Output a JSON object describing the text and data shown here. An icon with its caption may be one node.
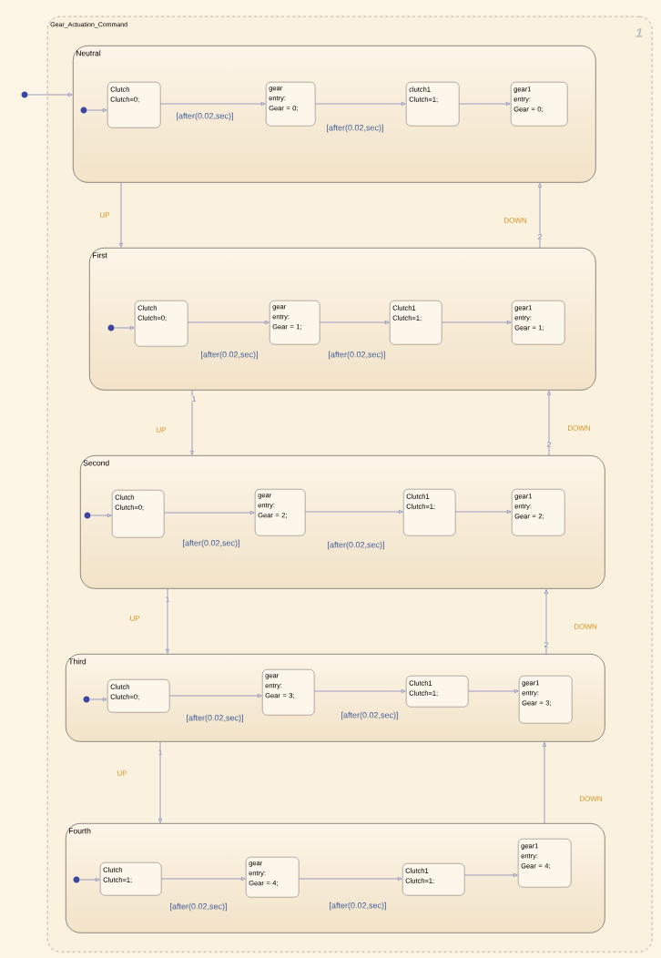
{
  "diagram": {
    "nodes": [
      {
        "text": [
          "Gear_Actuation_Command"
        ]
      },
      {
        "text": [
          "Neutral"
        ],
        "in": 0
      },
      {
        "text": [],
        "shape": "circle",
        "in": 1
      },
      {
        "text": [
          "Clutch",
          "Clutch=0;"
        ],
        "in": 1
      },
      {
        "text": [
          "gear",
          "entry:",
          "Gear = 0;"
        ],
        "in": 1
      },
      {
        "text": [
          "clutch1",
          "Clutch=1;"
        ],
        "in": 1
      },
      {
        "text": [
          "gear1",
          "entry:",
          "Gear = 0;"
        ],
        "in": 1
      },
      {
        "text": [
          "First"
        ],
        "in": 0
      },
      {
        "text": [],
        "shape": "circle",
        "in": 7
      },
      {
        "text": [
          "Clutch",
          "Clutch=0;"
        ],
        "in": 7
      },
      {
        "text": [
          "gear",
          "entry:",
          "Gear = 1;"
        ],
        "in": 7
      },
      {
        "text": [
          "Clutch1",
          "Clutch=1;"
        ],
        "in": 7
      },
      {
        "text": [
          "gear1",
          "entry:",
          "Gear = 1;"
        ],
        "in": 7
      },
      {
        "text": [
          "Second"
        ],
        "in": 0
      },
      {
        "text": [],
        "shape": "circle",
        "in": 13
      },
      {
        "text": [
          "Clutch",
          "Clutch=0;"
        ],
        "in": 13
      },
      {
        "text": [
          "gear",
          "entry:",
          "Gear = 2;"
        ],
        "in": 13
      },
      {
        "text": [
          "Clutch1",
          "Clutch=1;"
        ],
        "in": 13
      },
      {
        "text": [
          "gear1",
          "entry:",
          "Gear = 2;"
        ],
        "in": 13
      },
      {
        "text": [
          "Third"
        ],
        "in": 0
      },
      {
        "text": [],
        "shape": "circle",
        "in": 19
      },
      {
        "text": [
          "Clutch",
          "Clutch=0;"
        ],
        "in": 19
      },
      {
        "text": [
          "gear",
          "entry:",
          "Gear = 3;"
        ],
        "in": 19
      },
      {
        "text": [
          "Clutch1",
          "Clutch=1;"
        ],
        "in": 19
      },
      {
        "text": [
          "gear1",
          "entry:",
          "Gear = 3;"
        ],
        "in": 19
      },
      {
        "text": [
          "Fourth"
        ],
        "in": 0
      },
      {
        "text": [],
        "shape": "circle",
        "in": 25
      },
      {
        "text": [
          "Clutch",
          "Clutch=1;"
        ],
        "in": 25
      },
      {
        "text": [
          "gear",
          "entry:",
          "Gear = 4;"
        ],
        "in": 25
      },
      {
        "text": [
          "Clutch1",
          "Clutch=1;"
        ],
        "in": 25
      },
      {
        "text": [
          "gear1",
          "entry:",
          "Gear = 4;"
        ],
        "in": 25
      },
      {
        "text": [],
        "shape": "circle"
      }
    ],
    "edges": [
      {
        "from": 31,
        "to": 1,
        "arrow": "to"
      },
      {
        "from": 2,
        "to": 3,
        "arrow": "to"
      },
      {
        "from": 3,
        "to": 4,
        "arrow": "to",
        "label": "[after(0.02,sec)]"
      },
      {
        "from": 4,
        "to": 5,
        "arrow": "to",
        "label": "[after(0.02,sec)]"
      },
      {
        "from": 5,
        "to": 6,
        "arrow": "to"
      },
      {
        "from": 8,
        "to": 9,
        "arrow": "to"
      },
      {
        "from": 9,
        "to": 10,
        "arrow": "to",
        "label": "[after(0.02,sec)]"
      },
      {
        "from": 10,
        "to": 11,
        "arrow": "to",
        "label": "[after(0.02,sec)]"
      },
      {
        "from": 11,
        "to": 12,
        "arrow": "to"
      },
      {
        "from": 14,
        "to": 15,
        "arrow": "to"
      },
      {
        "from": 15,
        "to": 16,
        "arrow": "to",
        "label": "[after(0.02,sec)]"
      },
      {
        "from": 16,
        "to": 17,
        "arrow": "to",
        "label": "[after(0.02,sec)]"
      },
      {
        "from": 17,
        "to": 18,
        "arrow": "to"
      },
      {
        "from": 20,
        "to": 21,
        "arrow": "to"
      },
      {
        "from": 21,
        "to": 22,
        "arrow": "to",
        "label": "[after(0.02,sec)]"
      },
      {
        "from": 22,
        "to": 23,
        "arrow": "to",
        "label": "[after(0.02,sec)]"
      },
      {
        "from": 23,
        "to": 24,
        "arrow": "to"
      },
      {
        "from": 26,
        "to": 27,
        "arrow": "to"
      },
      {
        "from": 27,
        "to": 28,
        "arrow": "to",
        "label": "[after(0.02,sec)]"
      },
      {
        "from": 28,
        "to": 29,
        "arrow": "to",
        "label": "[after(0.02,sec)]"
      },
      {
        "from": 29,
        "to": 30,
        "arrow": "to"
      },
      {
        "from": 1,
        "to": 7,
        "arrow": "to",
        "label": "UP"
      },
      {
        "from": 7,
        "to": 1,
        "arrow": "to",
        "label": "DOWN"
      },
      {
        "from": 7,
        "to": 13,
        "arrow": "to",
        "label": "UP"
      },
      {
        "from": 13,
        "to": 7,
        "arrow": "to",
        "label": "DOWN"
      },
      {
        "from": 13,
        "to": 19,
        "arrow": "to",
        "label": "UP"
      },
      {
        "from": 19,
        "to": 13,
        "arrow": "to",
        "label": "DOWN"
      },
      {
        "from": 19,
        "to": 25,
        "arrow": "to",
        "label": "UP"
      },
      {
        "from": 25,
        "to": 19,
        "arrow": "to",
        "label": "DOWN"
      }
    ],
    "labels": [
      "1",
      "2",
      "1",
      "2",
      "1",
      "2",
      "1"
    ]
  }
}
